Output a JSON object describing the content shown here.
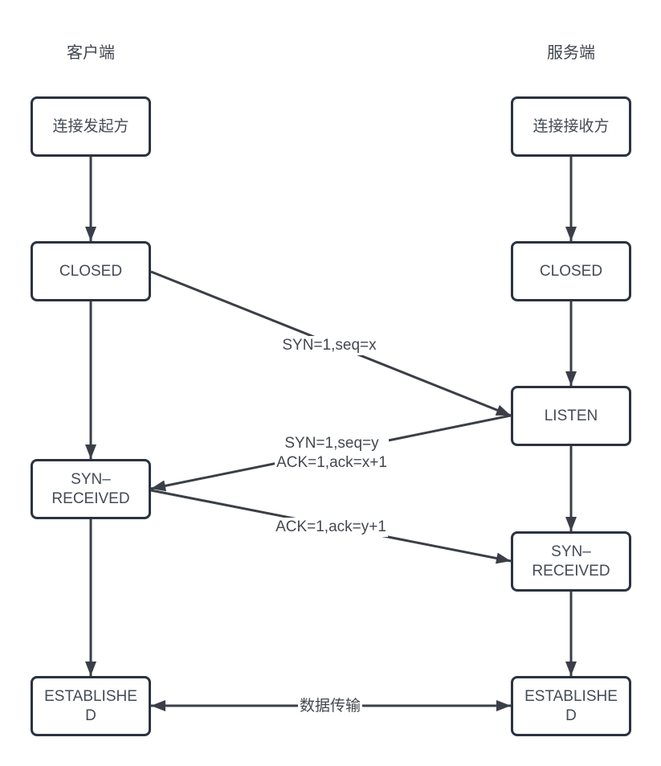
{
  "diagram": {
    "type": "tcp-three-way-handshake-state-diagram",
    "columns": {
      "client": {
        "header": "客户端"
      },
      "server": {
        "header": "服务端"
      }
    },
    "nodes": {
      "client_role": "连接发起方",
      "client_closed": "CLOSED",
      "client_syn_received": "SYN–RECEIVED",
      "client_established": "ESTABLISHED",
      "server_role": "连接接收方",
      "server_closed": "CLOSED",
      "server_listen": "LISTEN",
      "server_syn_received": "SYN–RECEIVED",
      "server_established": "ESTABLISHED"
    },
    "edge_labels": {
      "syn": "SYN=1,seq=x",
      "syn_ack_lines": [
        "SYN=1,seq=y",
        "ACK=1,ack=x+1"
      ],
      "ack": "ACK=1,ack=y+1",
      "data_transfer": "数据传输"
    },
    "colors": {
      "background": "#ffffff",
      "box_border": "#2b3340",
      "connector": "#3a3f47",
      "text": "#454b55"
    }
  }
}
